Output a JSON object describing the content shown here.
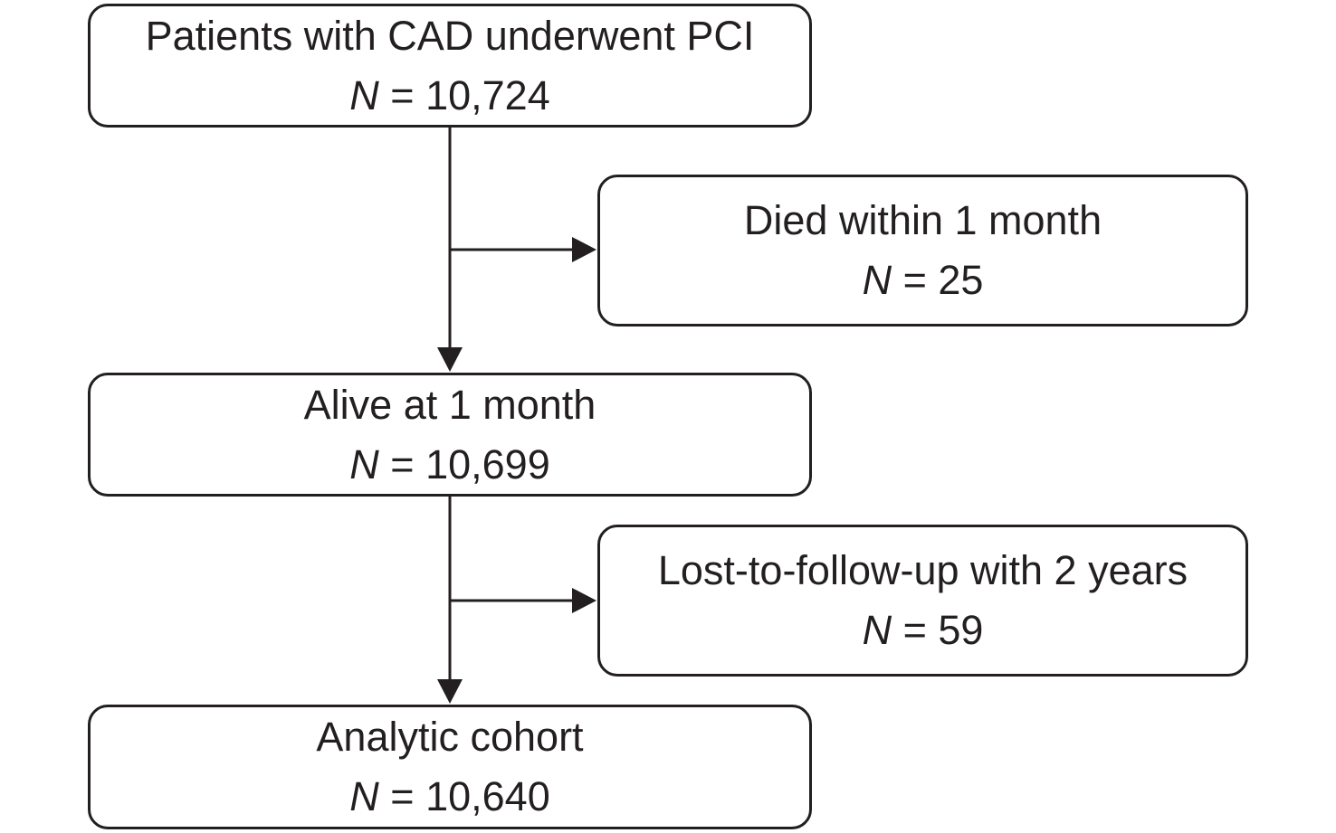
{
  "boxes": [
    {
      "title": "Patients with CAD underwent PCI",
      "n_label": "N",
      "n_value": "= 10,724"
    },
    {
      "title": "Died within 1 month",
      "n_label": "N",
      "n_value": "= 25"
    },
    {
      "title": "Alive at 1 month",
      "n_label": "N",
      "n_value": "= 10,699"
    },
    {
      "title": "Lost-to-follow-up with 2 years",
      "n_label": "N",
      "n_value": "= 59"
    },
    {
      "title": "Analytic cohort",
      "n_label": "N",
      "n_value": "= 10,640"
    }
  ],
  "colors": {
    "stroke": "#231f20",
    "background": "#ffffff"
  }
}
